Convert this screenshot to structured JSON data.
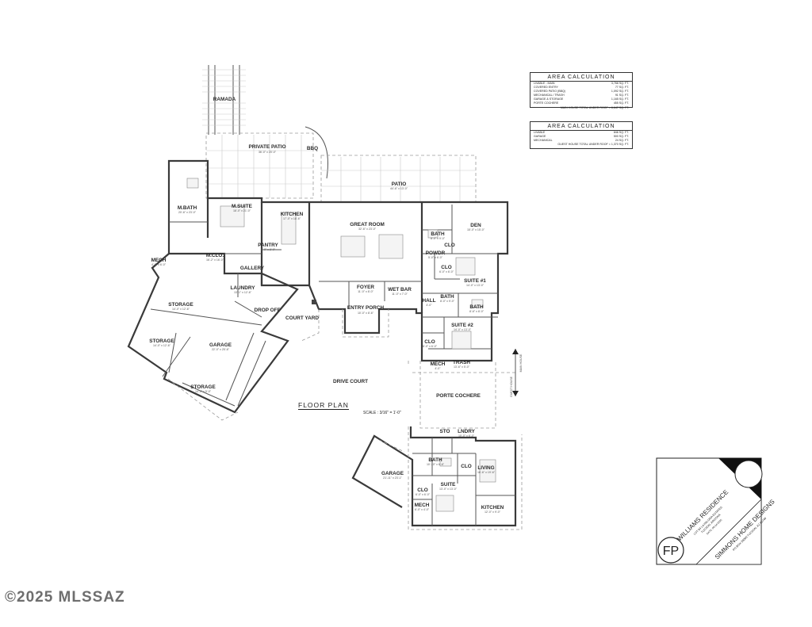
{
  "rooms": {
    "ramada": "RAMADA",
    "private_patio": "PRIVATE PATIO",
    "private_patio_dim": "36'-0\" x 20'-0\"",
    "bbq": "BBQ",
    "patio": "PATIO",
    "patio_dim": "44'-6\" x 13'-0\"",
    "m_bath": "M.BATH",
    "m_bath_dim": "20'-6\" x 23'-0\"",
    "m_suite": "M.SUITE",
    "m_suite_dim": "18'-0\" x 21'-0\"",
    "kitchen": "KITCHEN",
    "kitchen_dim": "17'-0\" x 18'-6\"",
    "great_room": "GREAT ROOM",
    "great_room_dim": "32'-6\" x 23'-0\"",
    "den": "DEN",
    "den_dim": "15'-0\" x 15'-0\"",
    "bath1": "BATH",
    "bath1_dim": "8'-0\" x 9'-0\"",
    "clo1": "CLO",
    "pantry": "PANTRY",
    "pantry_dim": "7'-0\" x 8'-0\"",
    "mech1": "MECH",
    "mech1_dim": "4'-0\" x 6'-0\"",
    "m_clo": "M.CLO.",
    "m_clo_dim": "16'-2\" x 16'-0\"",
    "gallery": "GALLERY",
    "powder": "POWDR",
    "powder_dim": "5'-0\" x 6'-0\"",
    "clo2": "CLO",
    "clo2_dim": "6'-0\" x 6'-0\"",
    "suite1": "SUITE #1",
    "suite1_dim": "14'-0\" x 13'-0\"",
    "laundry": "LAUNDRY",
    "laundry_dim": "13'-1\" x 12'-6\"",
    "foyer": "FOYER",
    "foyer_dim": "11'-0\" x 8'-0\"",
    "wet_bar": "WET BAR",
    "wet_bar_dim": "11'-0\" x 7'-0\"",
    "bath2": "BATH",
    "bath2_dim": "8'-0\" x 9'-0\"",
    "storage1": "STORAGE",
    "storage1_dim": "14'-0\" x 12'-6\"",
    "drop_off": "DROP OFF",
    "hall": "HALL",
    "hall_dim": "4'-0\"",
    "bath3": "BATH",
    "bath3_dim": "8'-6\" x 8'-0\"",
    "entry_porch": "ENTRY PORCH",
    "entry_porch_dim": "10'-0\" x 8'-6\"",
    "court_yard": "COURT YARD",
    "suite2": "SUITE #2",
    "suite2_dim": "14'-0\" x 13'-0\"",
    "storage2": "STORAGE",
    "storage2_dim": "14'-0\" x 12'-6\"",
    "garage": "GARAGE",
    "garage_dim": "22'-0\" x 25'-6\"",
    "clo3": "CLO",
    "clo3_dim": "6'-0\" x 6'-0\"",
    "mech2": "MECH",
    "mech2_dim": "4'-0\"",
    "trash": "TRASH",
    "trash_dim": "13'-6\" x 5'-0\"",
    "drive_court": "DRIVE COURT",
    "storage3": "STORAGE",
    "storage3_dim": "14'-0\" x 5'-0\"",
    "porte_cochere": "PORTE COCHERE",
    "main_house": "MAIN HOUSE",
    "guest_house": "GUEST HOUSE",
    "sto": "STO",
    "lndry": "LNDRY",
    "lndry_dim": "10'-0\" x 6'-0\"",
    "g_bath": "BATH",
    "g_bath_dim": "10'-10\" x 6'-6\"",
    "g_clo1": "CLO",
    "g_living": "LIVING",
    "g_living_dim": "16'-6\" x 19'-6\"",
    "g_garage": "GARAGE",
    "g_garage_dim": "21'-11\" x 23'-1\"",
    "g_suite": "SUITE",
    "g_suite_dim": "13'-0\" x 13'-0\"",
    "g_clo2": "CLO",
    "g_clo2_dim": "6'-0\" x 6'-0\"",
    "g_mech": "MECH",
    "g_mech_dim": "6'-0\" x 4'-0\"",
    "g_kitchen": "KITCHEN",
    "g_kitchen_dim": "12'-0\" x 9'-0\""
  },
  "plan": {
    "title": "FLOOR  PLAN",
    "scale": "SCALE : 3/16\" = 1'-0\""
  },
  "area_main": {
    "title": "AREA CALCULATION",
    "rows": [
      {
        "label": "LIVABLE - MAIN",
        "value": "3,766 SQ. FT."
      },
      {
        "label": "COVERED ENTRY",
        "value": "77 SQ. FT."
      },
      {
        "label": "COVERED PATIO (BBQ)",
        "value": "1,092 SQ. FT."
      },
      {
        "label": "MECHANICAL / TRASH",
        "value": "91 SQ. FT."
      },
      {
        "label": "GARAGE & STORAGE",
        "value": "1,165 SQ. FT."
      },
      {
        "label": "PORTE COCHERE",
        "value": "455 SQ. FT."
      }
    ],
    "total": "MAIN HOUSE TOTAL UNDER ROOF = 6,647 SQ. FT."
  },
  "area_guest": {
    "title": "AREA CALCULATION",
    "rows": [
      {
        "label": "LIVABLE",
        "value": "846 SQ. FT."
      },
      {
        "label": "GARAGE",
        "value": "500 SQ. FT."
      },
      {
        "label": "MECHANICAL",
        "value": "24 SQ. FT."
      }
    ],
    "total": "GUEST HOUSE TOTAL UNDER ROOF = 1,370 SQ. FT."
  },
  "title_block": {
    "logo": "FP",
    "project": "WILLIAMS RESIDENCE",
    "lot": "LOT 84 LA PALOMA ESTATES",
    "city": "TUCSON, ARIZONA",
    "date": "DATE: 09-14-2025",
    "designer": "SIMMONS HOME DESIGNS",
    "address": "PO BOX 35000  TUCSON, AZ 85740"
  },
  "watermark": "©2025 MLSSAZ"
}
